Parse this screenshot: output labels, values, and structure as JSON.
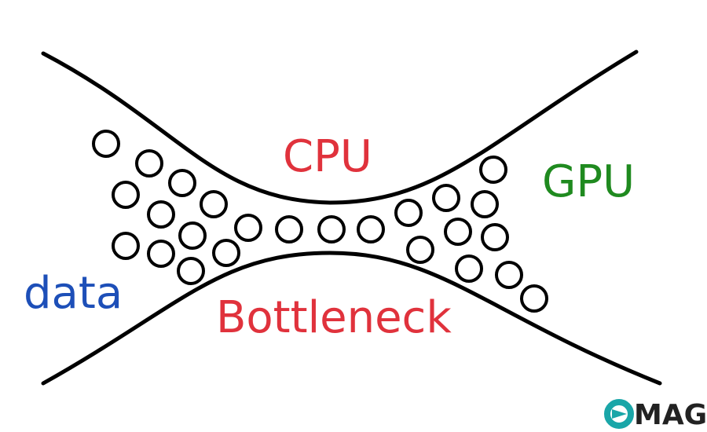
{
  "labels": {
    "cpu": "CPU",
    "gpu": "GPU",
    "data": "data",
    "bottleneck": "Bottleneck"
  },
  "logo": {
    "text": "MAG",
    "letter": "C"
  },
  "colors": {
    "cpu": "#e0323c",
    "gpu": "#1f8a1f",
    "data": "#1d4fb8",
    "bottleneck": "#e0323c",
    "logo_teal": "#1aa6a8",
    "logo_text": "#222222",
    "lines": "#000000"
  }
}
